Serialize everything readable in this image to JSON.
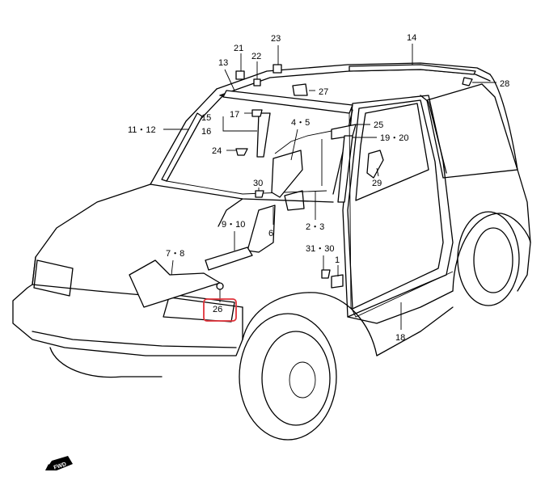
{
  "labels": {
    "p14": "14",
    "p23": "23",
    "p21": "21",
    "p22": "22",
    "p13": "13",
    "p27": "27",
    "p28": "28",
    "p15": "15",
    "p16": "16",
    "p17": "17",
    "p45": "4・5",
    "p1112": "11・12",
    "p25": "25",
    "p1920": "19・20",
    "p24": "24",
    "p30a": "30",
    "p29": "29",
    "p23b": "2・3",
    "p6": "6",
    "p910": "9・10",
    "p78": "7・8",
    "p3130": "31・30",
    "p1": "1",
    "p26": "26",
    "p18": "18",
    "fwd": "FWD"
  },
  "highlight": {
    "label": "26",
    "color": "#e0323a"
  }
}
